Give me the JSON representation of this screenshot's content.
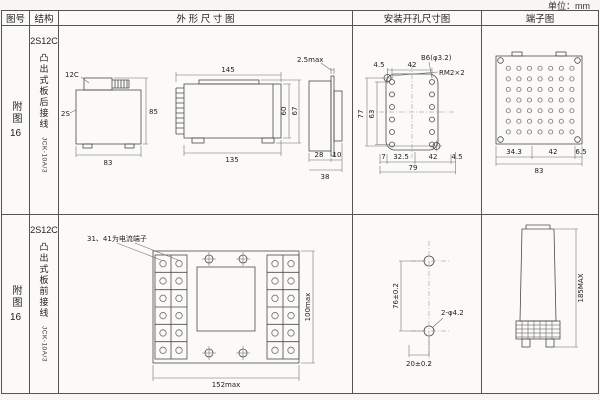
{
  "page": {
    "unit_label": "单位：mm"
  },
  "headers": {
    "fig_no": "图号",
    "structure": "结构",
    "outline": "外 形 尺 寸 图",
    "mounting": "安装开孔尺寸图",
    "terminal": "端子图"
  },
  "row1": {
    "fig_label": "附图",
    "fig_num": "16",
    "model": "2S12C",
    "mount_type": "凸出式板后接线",
    "relay_code": "JCK-10A/3",
    "outline": {
      "label_12c": "12C",
      "label_2s": "2S",
      "w_body": "83",
      "h_body": "85",
      "w_total": "145",
      "w_inner": "135",
      "h_inner": "60",
      "h_outer": "67",
      "flange": "2.5max",
      "d_rear": "28",
      "d_front": "10",
      "d_total": "38"
    },
    "mounting": {
      "top_offset": "4.5",
      "top_span": "42",
      "holes_label": "B6(φ3.2)",
      "screw_label": "RM2×2",
      "h_total": "77",
      "h_span": "63",
      "bot_offset": "7",
      "bot_a": "32.5",
      "bot_b": "42",
      "bot_c": "4.5",
      "bot_total": "79"
    },
    "terminal": {
      "bot_a": "34.3",
      "bot_b": "42",
      "bot_c": "6.5",
      "bot_total": "83"
    }
  },
  "row2": {
    "fig_label": "附图",
    "fig_num": "16",
    "model": "2S12C",
    "mount_type": "凸出式板前接线",
    "relay_code": "JCK-10A/3",
    "outline": {
      "note": "31、41为电流端子",
      "w_max": "152max",
      "h_max": "100max"
    },
    "mounting": {
      "v_span": "76±0.2",
      "hole_label": "2-φ4.2",
      "h_span": "20±0.2"
    },
    "terminal": {
      "h_max": "185MAX"
    }
  }
}
